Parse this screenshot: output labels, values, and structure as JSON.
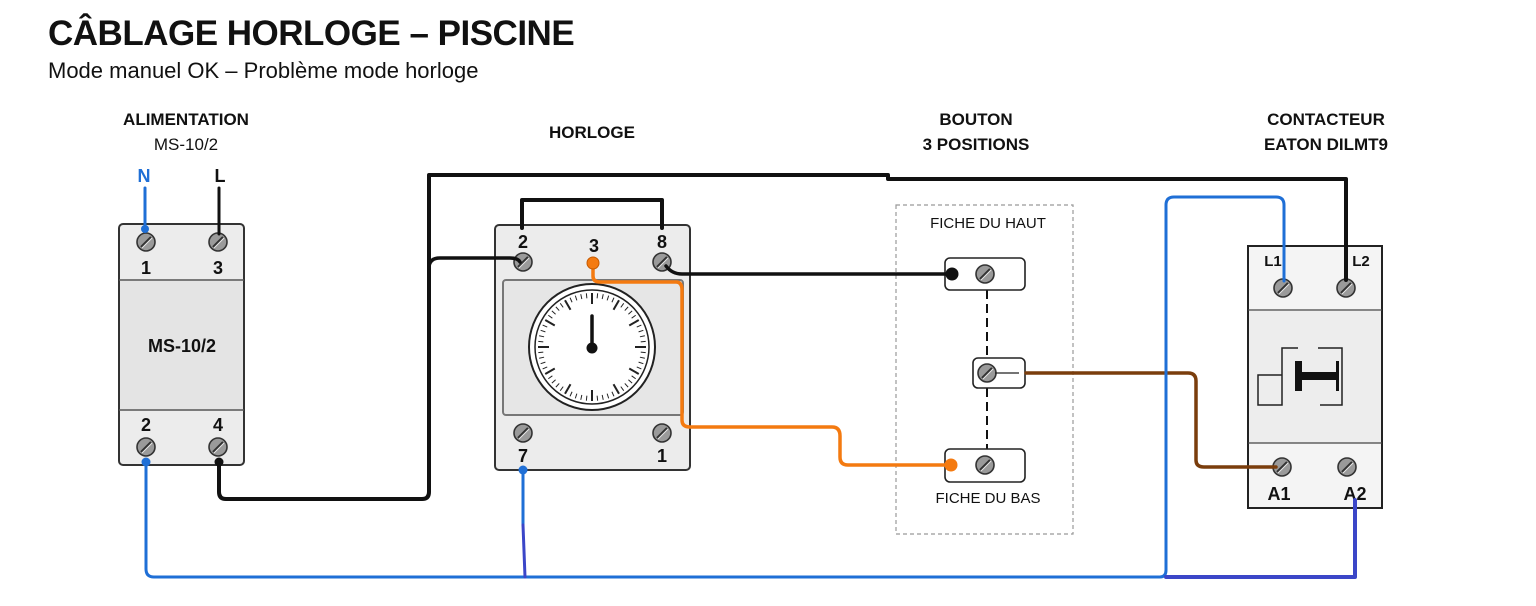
{
  "header": {
    "title": "CÂBLAGE HORLOGE – PISCINE",
    "subtitle": "Mode manuel OK – Problème mode horloge"
  },
  "alimentation": {
    "heading": "ALIMENTATION",
    "model": "MS-10/2",
    "body_label": "MS-10/2",
    "input_labels": {
      "neutral": "N",
      "line": "L"
    },
    "terminals": {
      "t1": "1",
      "t3": "3",
      "t2": "2",
      "t4": "4"
    }
  },
  "horloge": {
    "heading": "HORLOGE",
    "terminals": {
      "t2": "2",
      "t3": "3",
      "t8": "8",
      "t7": "7",
      "t1": "1"
    }
  },
  "bouton": {
    "heading_line1": "BOUTON",
    "heading_line2": "3 POSITIONS",
    "top_label": "FICHE DU HAUT",
    "bottom_label": "FICHE DU BAS"
  },
  "contacteur": {
    "heading_line1": "CONTACTEUR",
    "heading_line2": "EATON DILMT9",
    "terminals": {
      "l1": "L1",
      "l2": "L2",
      "a1": "A1",
      "a2": "A2"
    }
  },
  "colors": {
    "neutral_blue": "#1f6fd6",
    "return_blue": "#3b46c8",
    "phase_black": "#111111",
    "clock_orange": "#f47a10",
    "coil_brown": "#7a3d0c"
  },
  "wires": [
    {
      "name": "N to MS terminal 1",
      "color": "neutral_blue"
    },
    {
      "name": "L to MS terminal 3",
      "color": "phase_black"
    },
    {
      "name": "MS terminal 4 to horloge 2 and contacteur L2",
      "color": "phase_black"
    },
    {
      "name": "horloge 2 to horloge 8 bridge",
      "color": "phase_black"
    },
    {
      "name": "horloge 8 to fiche du haut",
      "color": "phase_black"
    },
    {
      "name": "horloge 3 to fiche du bas",
      "color": "clock_orange"
    },
    {
      "name": "bouton commun to contacteur A1",
      "color": "coil_brown"
    },
    {
      "name": "MS terminal 2 / horloge 7 neutral bus to contacteur L1 and A2",
      "color": "neutral_blue"
    }
  ]
}
